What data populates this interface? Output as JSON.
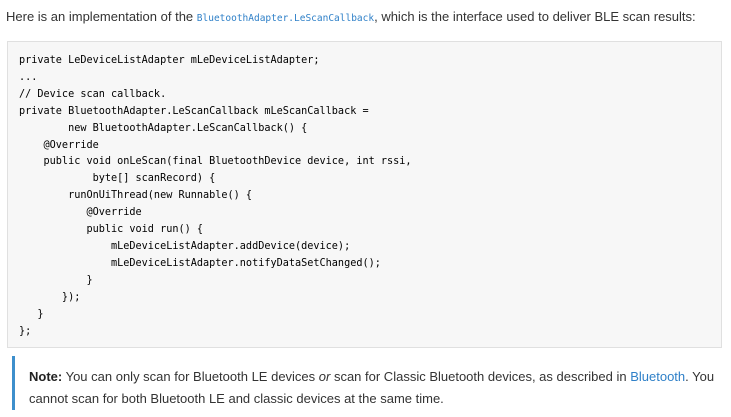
{
  "intro": {
    "prefix": "Here is an implementation of the ",
    "code": "BluetoothAdapter.LeScanCallback",
    "suffix": ", which is the interface used to deliver BLE scan results:"
  },
  "code_lines": [
    "private LeDeviceListAdapter mLeDeviceListAdapter;",
    "...",
    "// Device scan callback.",
    "private BluetoothAdapter.LeScanCallback mLeScanCallback =",
    "        new BluetoothAdapter.LeScanCallback() {",
    "    @Override",
    "    public void onLeScan(final BluetoothDevice device, int rssi,",
    "            byte[] scanRecord) {",
    "        runOnUiThread(new Runnable() {",
    "           @Override",
    "           public void run() {",
    "               mLeDeviceListAdapter.addDevice(device);",
    "               mLeDeviceListAdapter.notifyDataSetChanged();",
    "           }",
    "       });",
    "   }",
    "};"
  ],
  "note": {
    "label": "Note:",
    "text1": " You can only scan for Bluetooth LE devices ",
    "emphasis": "or",
    "text2": " scan for Classic Bluetooth devices, as described in ",
    "link": "Bluetooth",
    "text3": ". You cannot scan for both Bluetooth LE and classic devices at the same time."
  },
  "colors": {
    "link": "#2f80c8",
    "note_border": "#3d8fcc",
    "code_background": "#f7f7f7"
  }
}
